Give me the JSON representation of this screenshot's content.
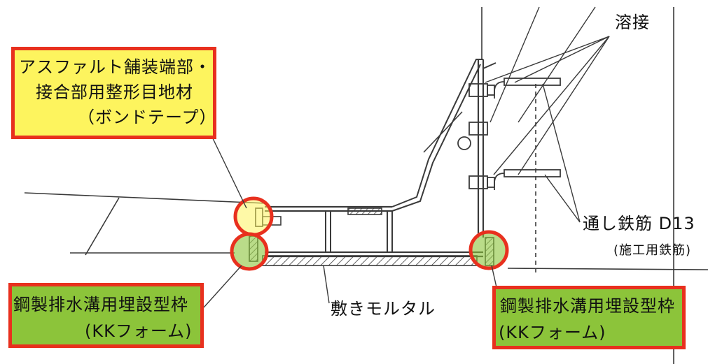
{
  "labels": {
    "asphalt_line1": "アスファルト舗装端部・",
    "asphalt_line2": "接合部用整形目地材",
    "asphalt_line3": "（ボンドテープ）",
    "form_left_line1": "鋼製排水溝用埋設型枠",
    "form_left_line2": "(KKフォーム)",
    "form_right_line1": "鋼製排水溝用埋設型枠",
    "form_right_line2": "(KKフォーム)",
    "welding": "溶接",
    "rebar": "通し鉄筋 D13",
    "rebar_note": "(施工用鉄筋)",
    "mortar": "敷きモルタル"
  },
  "colors": {
    "highlight_border": "#e8301e",
    "yellow_fill": "#fdf45e",
    "green_fill": "#8cc43a",
    "line": "#3a3a3a"
  }
}
